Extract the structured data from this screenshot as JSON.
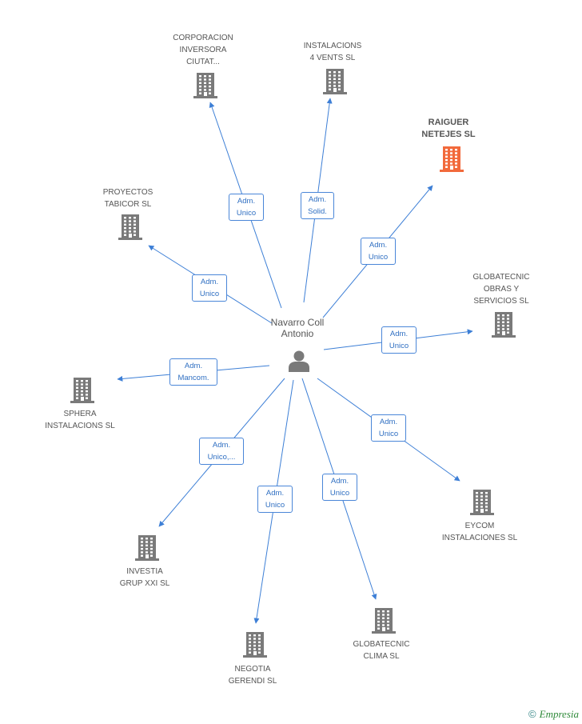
{
  "colors": {
    "edge": "#3d7fd6",
    "building": "#7a7a7a",
    "building_highlight": "#f26a3c",
    "person": "#7a7a7a"
  },
  "center": {
    "name_lines": [
      "Navarro Coll",
      "Antonio"
    ],
    "icon": "person-icon"
  },
  "companies": [
    {
      "id": "corporacion",
      "lines": [
        "CORPORACION",
        "INVERSORA",
        "CIUTAT..."
      ],
      "icon": "building-icon",
      "highlight": false
    },
    {
      "id": "instalacions4",
      "lines": [
        "INSTALACIONS",
        "4 VENTS SL"
      ],
      "icon": "building-icon",
      "highlight": false
    },
    {
      "id": "raiguer",
      "lines": [
        "RAIGUER",
        "NETEJES SL"
      ],
      "icon": "building-icon",
      "highlight": true
    },
    {
      "id": "proyectos",
      "lines": [
        "PROYECTOS",
        "TABICOR SL"
      ],
      "icon": "building-icon",
      "highlight": false
    },
    {
      "id": "globatecnic-obras",
      "lines": [
        "GLOBATECNIC",
        "OBRAS Y",
        "SERVICIOS SL"
      ],
      "icon": "building-icon",
      "highlight": false
    },
    {
      "id": "sphera",
      "lines": [
        "SPHERA",
        "INSTALACIONS SL"
      ],
      "icon": "building-icon",
      "highlight": false
    },
    {
      "id": "eycom",
      "lines": [
        "EYCOM",
        "INSTALACIONES SL"
      ],
      "icon": "building-icon",
      "highlight": false
    },
    {
      "id": "investia",
      "lines": [
        "INVESTIA",
        "GRUP XXI SL"
      ],
      "icon": "building-icon",
      "highlight": false
    },
    {
      "id": "negotia",
      "lines": [
        "NEGOTIA",
        "GERENDI SL"
      ],
      "icon": "building-icon",
      "highlight": false
    },
    {
      "id": "globatecnic-clima",
      "lines": [
        "GLOBATECNIC",
        "CLIMA SL"
      ],
      "icon": "building-icon",
      "highlight": false
    }
  ],
  "edges": [
    {
      "to": "corporacion",
      "lines": [
        "Adm.",
        "Unico"
      ]
    },
    {
      "to": "instalacions4",
      "lines": [
        "Adm.",
        "Solid."
      ]
    },
    {
      "to": "raiguer",
      "lines": [
        "Adm.",
        "Unico"
      ]
    },
    {
      "to": "proyectos",
      "lines": [
        "Adm.",
        "Unico"
      ]
    },
    {
      "to": "globatecnic-obras",
      "lines": [
        "Adm.",
        "Unico"
      ]
    },
    {
      "to": "sphera",
      "lines": [
        "Adm.",
        "Mancom."
      ]
    },
    {
      "to": "eycom",
      "lines": [
        "Adm.",
        "Unico"
      ]
    },
    {
      "to": "investia",
      "lines": [
        "Adm.",
        "Unico,..."
      ]
    },
    {
      "to": "negotia",
      "lines": [
        "Adm.",
        "Unico"
      ]
    },
    {
      "to": "globatecnic-clima",
      "lines": [
        "Adm.",
        "Unico"
      ]
    }
  ],
  "watermark": {
    "symbol": "©",
    "text": "Empresia"
  }
}
